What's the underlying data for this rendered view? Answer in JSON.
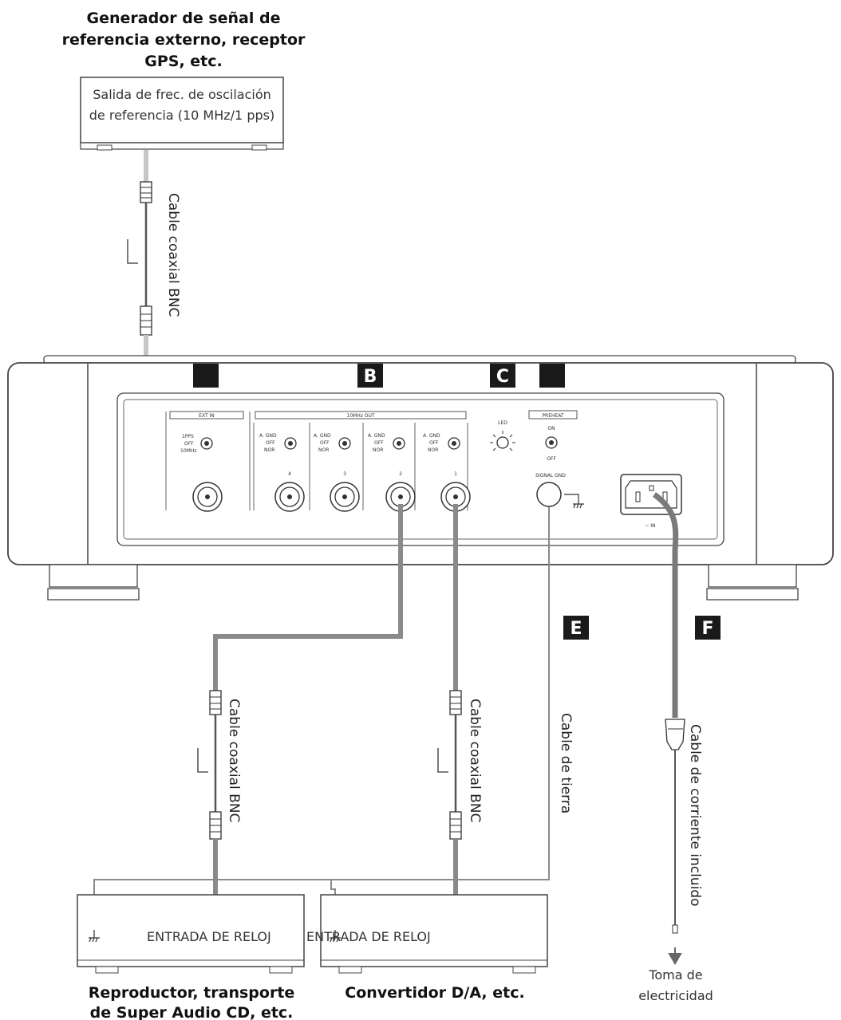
{
  "source_device": {
    "title_lines": [
      "Generador de señal de",
      "referencia externo, receptor",
      "GPS, etc."
    ],
    "box_lines": [
      "Salida de frec. de oscilación",
      "de referencia (10 MHz/1 pps)"
    ]
  },
  "cables": {
    "bnc_top": "Cable coaxial BNC",
    "bnc_left": "Cable coaxial BNC",
    "bnc_mid": "Cable coaxial BNC",
    "ground": "Cable de tierra",
    "power": "Cable de corriente incluido"
  },
  "badges": {
    "b": "B",
    "c": "C",
    "e": "E",
    "f": "F"
  },
  "panel": {
    "ext_in": "EXT IN",
    "ext_opt_1": "1PPS",
    "ext_opt_2": "OFF",
    "ext_opt_3": "10MHz",
    "out_header": "10MHz OUT",
    "agnd": "A. GND",
    "off": "OFF",
    "nor": "NOR",
    "port_4": "4",
    "port_3": "3",
    "port_2": "2",
    "port_1": "1",
    "led": "LED",
    "preheat": "PREHEAT",
    "preheat_on": "ON",
    "preheat_off": "OFF",
    "signal_gnd": "SIGNAL GND",
    "ac_in": "~ IN"
  },
  "bottom_left": {
    "input_label": "ENTRADA DE RELOJ",
    "title_lines": [
      "Reproductor, transporte",
      "de Super Audio CD, etc."
    ]
  },
  "bottom_mid": {
    "input_label": "ENTRADA DE RELOJ",
    "title_lines": [
      "Convertidor D/A, etc."
    ]
  },
  "outlet": {
    "lines": [
      "Toma de",
      "electricidad"
    ]
  }
}
